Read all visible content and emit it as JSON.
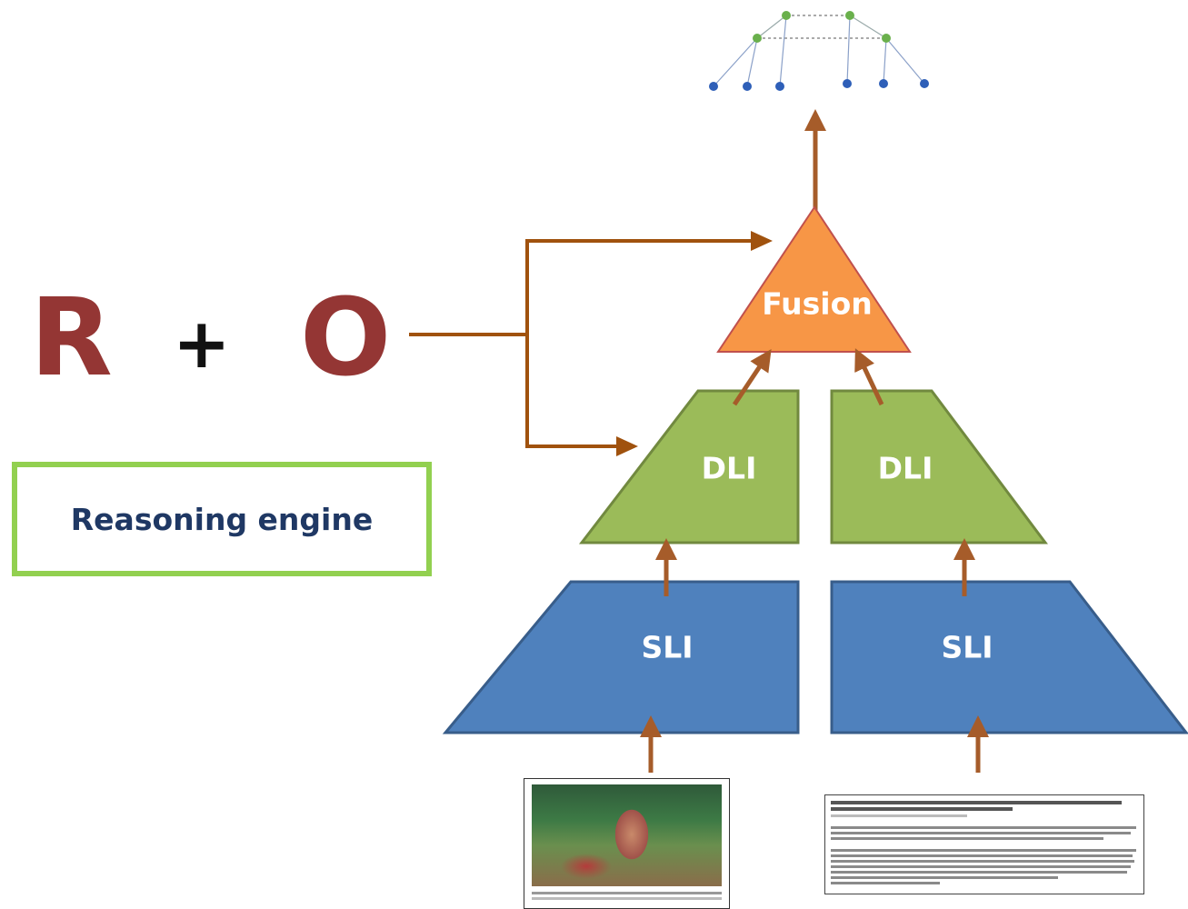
{
  "formula": {
    "left": "R",
    "operator": "+",
    "right": "O"
  },
  "reasoning_engine": {
    "label": "Reasoning engine"
  },
  "fusion": {
    "label": "Fusion",
    "color": "#f79646"
  },
  "dli_left": {
    "label": "DLI",
    "color": "#9bbb59"
  },
  "dli_right": {
    "label": "DLI",
    "color": "#9bbb59"
  },
  "sli_left": {
    "label": "SLI",
    "color": "#4f81bd"
  },
  "sli_right": {
    "label": "SLI",
    "color": "#4f81bd"
  },
  "colors": {
    "arrow": "#a65c2a",
    "connector": "#a0520e",
    "letters": "#943634",
    "engine_border": "#92d050",
    "engine_text": "#1f3864",
    "graph_node_top": "#6ab04c",
    "graph_node_leaf": "#2e5fb8"
  }
}
